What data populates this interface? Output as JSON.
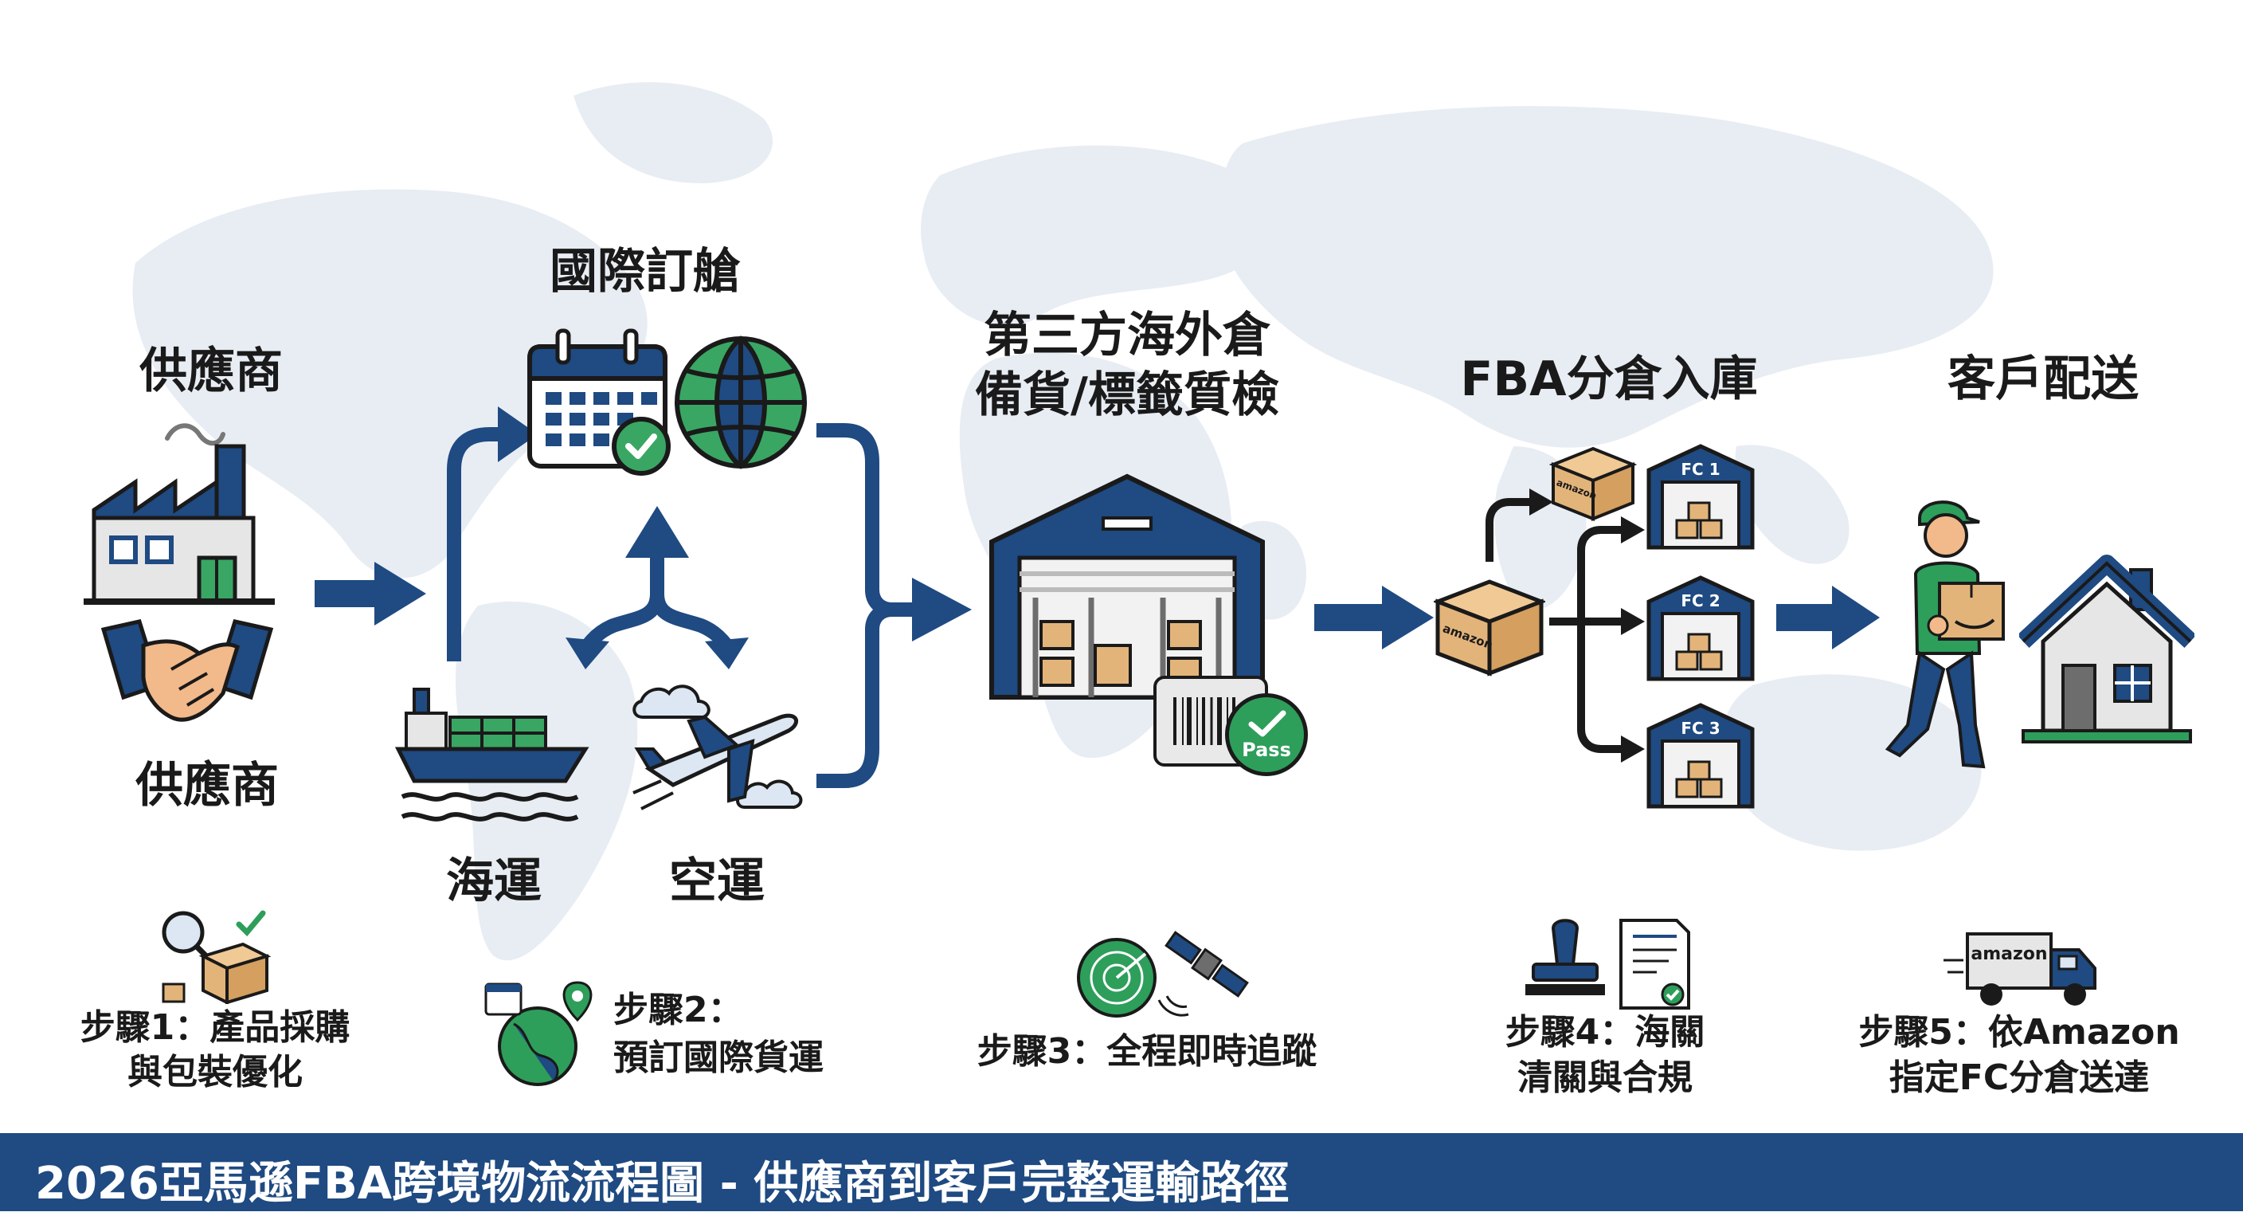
{
  "stages": {
    "supplier_top": "供應商",
    "supplier_bottom": "供應商",
    "booking": "國際訂艙",
    "sea": "海運",
    "air": "空運",
    "warehouse_line1": "第三方海外倉",
    "warehouse_line2": "備貨/標籤質檢",
    "fba": "FBA分倉入庫",
    "delivery": "客戶配送"
  },
  "badges": {
    "pass": "Pass",
    "fc1": "FC 1",
    "fc2": "FC 2",
    "fc3": "FC 3",
    "amazon": "amazon"
  },
  "steps": {
    "step1_line1": "步驟1：產品採購",
    "step1_line2": "與包裝優化",
    "step2_line1": "步驟2：",
    "step2_line2": "預訂國際貨運",
    "step3": "步驟3：全程即時追蹤",
    "step4_line1": "步驟4：海關",
    "step4_line2": "清關與合規",
    "step5_line1": "步驟5：依Amazon",
    "step5_line2": "指定FC分倉送達"
  },
  "footer": {
    "title": "2026亞馬遜FBA跨境物流流程圖 - 供應商到客戶完整運輸路徑"
  },
  "colors": {
    "navy": "#1f4a82",
    "green": "#2e9e5b",
    "cardboard": "#e3b47a",
    "map": "#e9eef5"
  }
}
